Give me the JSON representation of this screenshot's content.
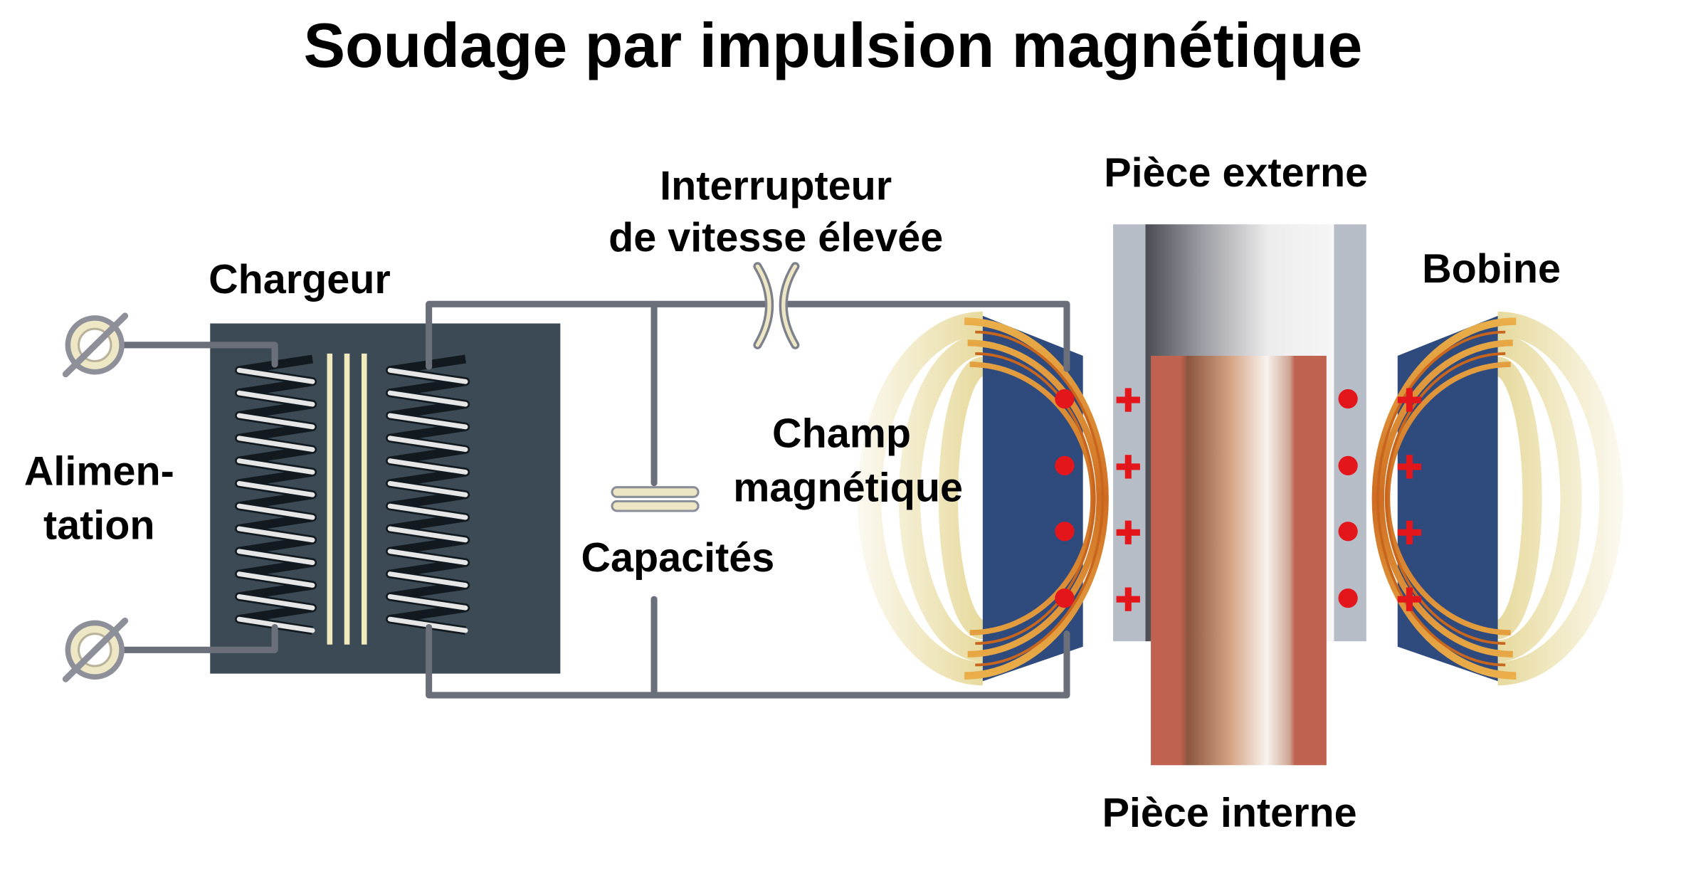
{
  "title": "Soudage par impulsion magnétique",
  "labels": {
    "chargeur": "Chargeur",
    "interrupteur_line1": "Interrupteur",
    "interrupteur_line2": "de vitesse élevée",
    "piece_externe": "Pièce externe",
    "bobine": "Bobine",
    "alimentation_line1": "Alimen-",
    "alimentation_line2": "tation",
    "champ_line1": "Champ",
    "champ_line2": "magnétique",
    "capacites": "Capacités",
    "piece_interne": "Pièce interne"
  },
  "colors": {
    "charge": "#e3161b",
    "charger_box": "#3b4a55",
    "bobine": "#2f4a7c",
    "tube_wall": "#b7bdc7"
  }
}
